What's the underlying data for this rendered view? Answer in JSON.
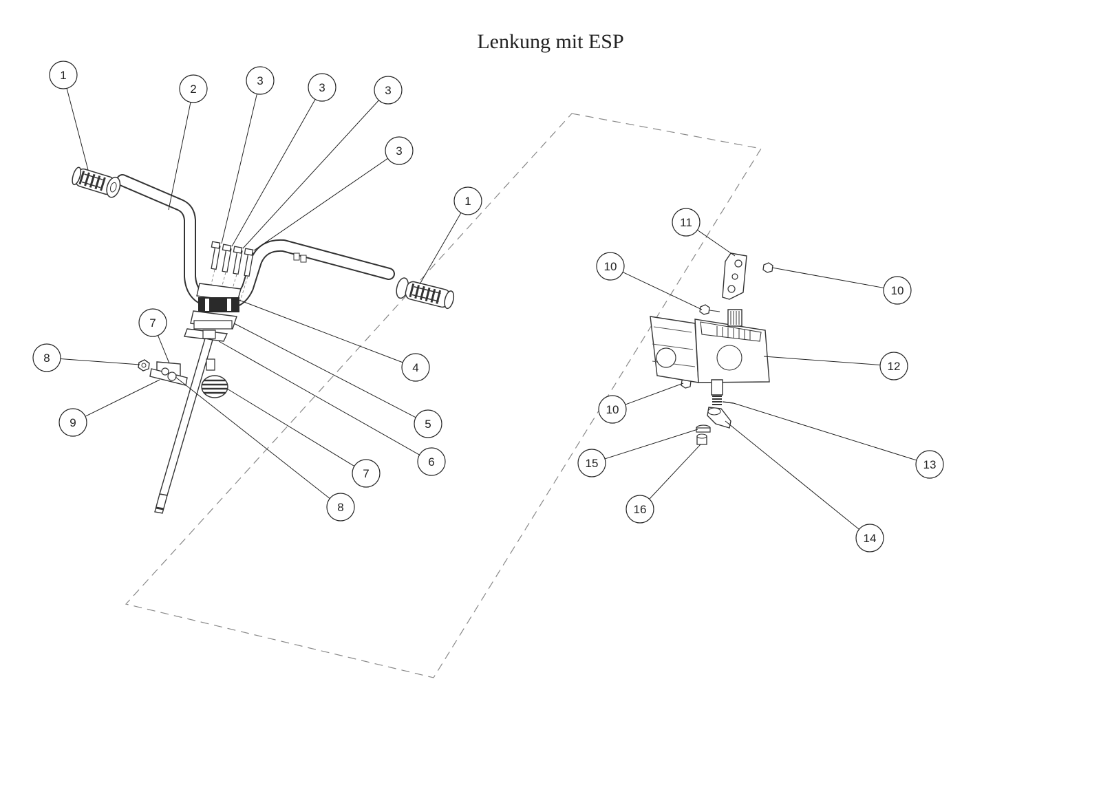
{
  "title": "Lenkung mit ESP",
  "colors": {
    "line": "#333333",
    "callout": "#222222",
    "frame_dash": "#888888",
    "part_fill": "#ffffff",
    "dark_part": "#2a2a2a"
  },
  "callouts": [
    {
      "label": "1",
      "part": "grip-left"
    },
    {
      "label": "2",
      "part": "handlebar"
    },
    {
      "label": "3",
      "part": "clamp-bolt"
    },
    {
      "label": "3",
      "part": "clamp-bolt"
    },
    {
      "label": "3",
      "part": "clamp-bolt"
    },
    {
      "label": "3",
      "part": "clamp-bolt"
    },
    {
      "label": "1",
      "part": "grip-right"
    },
    {
      "label": "4",
      "part": "upper-clamp"
    },
    {
      "label": "5",
      "part": "lower-clamp"
    },
    {
      "label": "6",
      "part": "steering-plate"
    },
    {
      "label": "7",
      "part": "bracket"
    },
    {
      "label": "8",
      "part": "nut"
    },
    {
      "label": "9",
      "part": "bracket-plate"
    },
    {
      "label": "7",
      "part": "cover"
    },
    {
      "label": "8",
      "part": "bolt"
    },
    {
      "label": "11",
      "part": "shaft-coupling"
    },
    {
      "label": "10",
      "part": "bolt"
    },
    {
      "label": "10",
      "part": "bolt"
    },
    {
      "label": "12",
      "part": "esp-unit"
    },
    {
      "label": "10",
      "part": "bolt"
    },
    {
      "label": "13",
      "part": "pin"
    },
    {
      "label": "15",
      "part": "bushing"
    },
    {
      "label": "14",
      "part": "lower-bracket"
    },
    {
      "label": "16",
      "part": "sleeve"
    }
  ]
}
